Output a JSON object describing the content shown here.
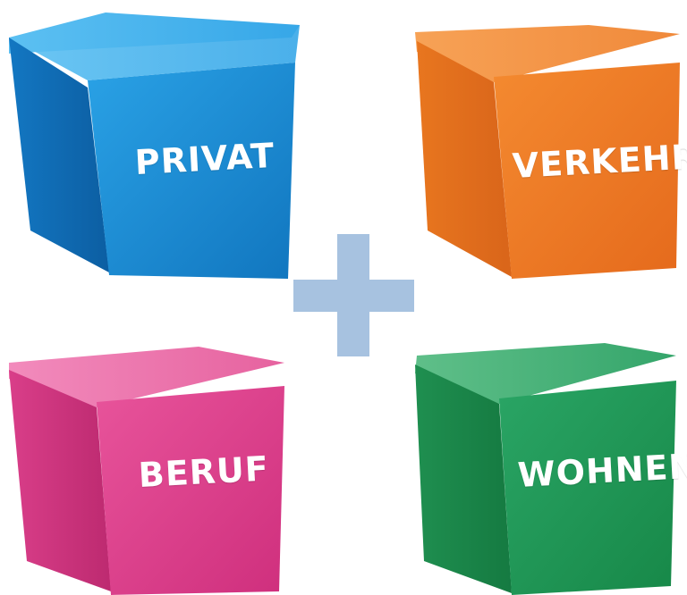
{
  "cubes": [
    {
      "id": "privat",
      "label": "PRIVAT",
      "color": "#1e8fd6"
    },
    {
      "id": "verkehr",
      "label": "VERKEHR",
      "color": "#f07f28"
    },
    {
      "id": "beruf",
      "label": "BERUF",
      "color": "#e0428f"
    },
    {
      "id": "wohnen",
      "label": "WOHNEN",
      "color": "#1f9a57"
    }
  ],
  "plus_color": "#a7c2e0"
}
